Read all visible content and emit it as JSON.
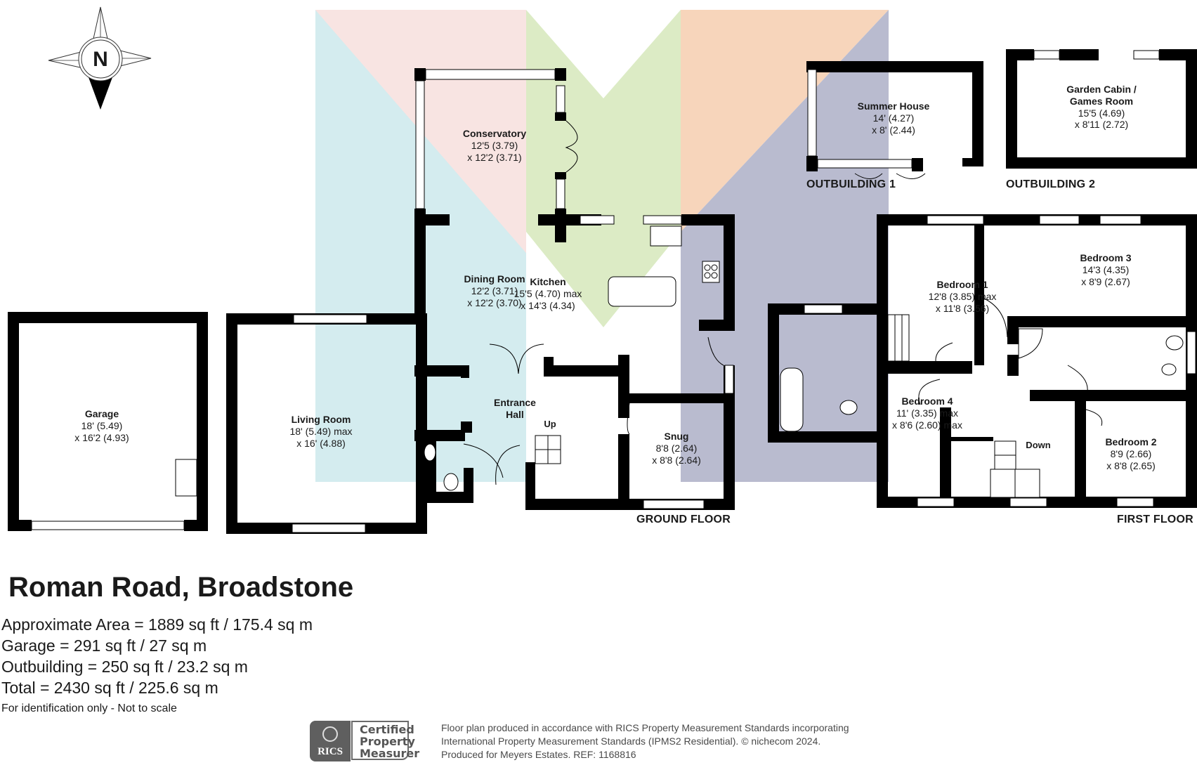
{
  "property": {
    "title": "Roman Road, Broadstone",
    "areas": [
      "Approximate Area = 1889 sq ft / 175.4 sq m",
      "Garage = 291 sq ft / 27 sq m",
      "Outbuilding = 250 sq ft / 23.2 sq m",
      "Total = 2430 sq ft / 225.6 sq m"
    ],
    "disclaimer": "For identification only - Not to scale"
  },
  "compass": {
    "label": "N"
  },
  "floors": {
    "ground": "GROUND FLOOR",
    "first": "FIRST FLOOR",
    "outbuilding1": "OUTBUILDING 1",
    "outbuilding2": "OUTBUILDING 2"
  },
  "rooms": {
    "garage": {
      "name": "Garage",
      "dim1": "18' (5.49)",
      "dim2": "x 16'2 (4.93)"
    },
    "living": {
      "name": "Living Room",
      "dim1": "18' (5.49) max",
      "dim2": "x 16' (4.88)"
    },
    "conservatory": {
      "name": "Conservatory",
      "dim1": "12'5 (3.79)",
      "dim2": "x 12'2 (3.71)"
    },
    "dining": {
      "name": "Dining Room",
      "dim1": "12'2 (3.71)",
      "dim2": "x 12'2 (3.70)"
    },
    "kitchen": {
      "name": "Kitchen",
      "dim1": "15'5 (4.70) max",
      "dim2": "x 14'3 (4.34)"
    },
    "hall": {
      "name": "Entrance",
      "name2": "Hall"
    },
    "snug": {
      "name": "Snug",
      "dim1": "8'8 (2.64)",
      "dim2": "x 8'8 (2.64)"
    },
    "summer": {
      "name": "Summer House",
      "dim1": "14' (4.27)",
      "dim2": "x 8' (2.44)"
    },
    "cabin": {
      "name": "Garden Cabin /",
      "name2": "Games Room",
      "dim1": "15'5 (4.69)",
      "dim2": "x 8'11 (2.72)"
    },
    "bed1": {
      "name": "Bedroom 1",
      "dim1": "12'8 (3.85) max",
      "dim2": "x 11'8 (3.56)"
    },
    "bed2": {
      "name": "Bedroom 2",
      "dim1": "8'9 (2.66)",
      "dim2": "x 8'8 (2.65)"
    },
    "bed3": {
      "name": "Bedroom 3",
      "dim1": "14'3 (4.35)",
      "dim2": "x 8'9 (2.67)"
    },
    "bed4": {
      "name": "Bedroom 4",
      "dim1": "11' (3.35) max",
      "dim2": "x 8'6 (2.60) max"
    }
  },
  "stairs": {
    "up": "Up",
    "down": "Down"
  },
  "colors": {
    "wall": "#000000",
    "band_blue": "#d4ecef",
    "band_pink": "#f8e4e2",
    "band_green": "#dcebc5",
    "band_orange": "#f7d5bb",
    "band_slate": "#b9bbcf"
  },
  "rics": {
    "logo_text": "RICS",
    "badge": [
      "Certified",
      "Property",
      "Measurer"
    ]
  },
  "credit": {
    "line1": "Floor plan produced in accordance with RICS Property Measurement Standards incorporating",
    "line2": "International Property Measurement Standards (IPMS2 Residential).   © nichecom 2024.",
    "line3": "Produced for Meyers Estates.   REF: 1168816"
  }
}
